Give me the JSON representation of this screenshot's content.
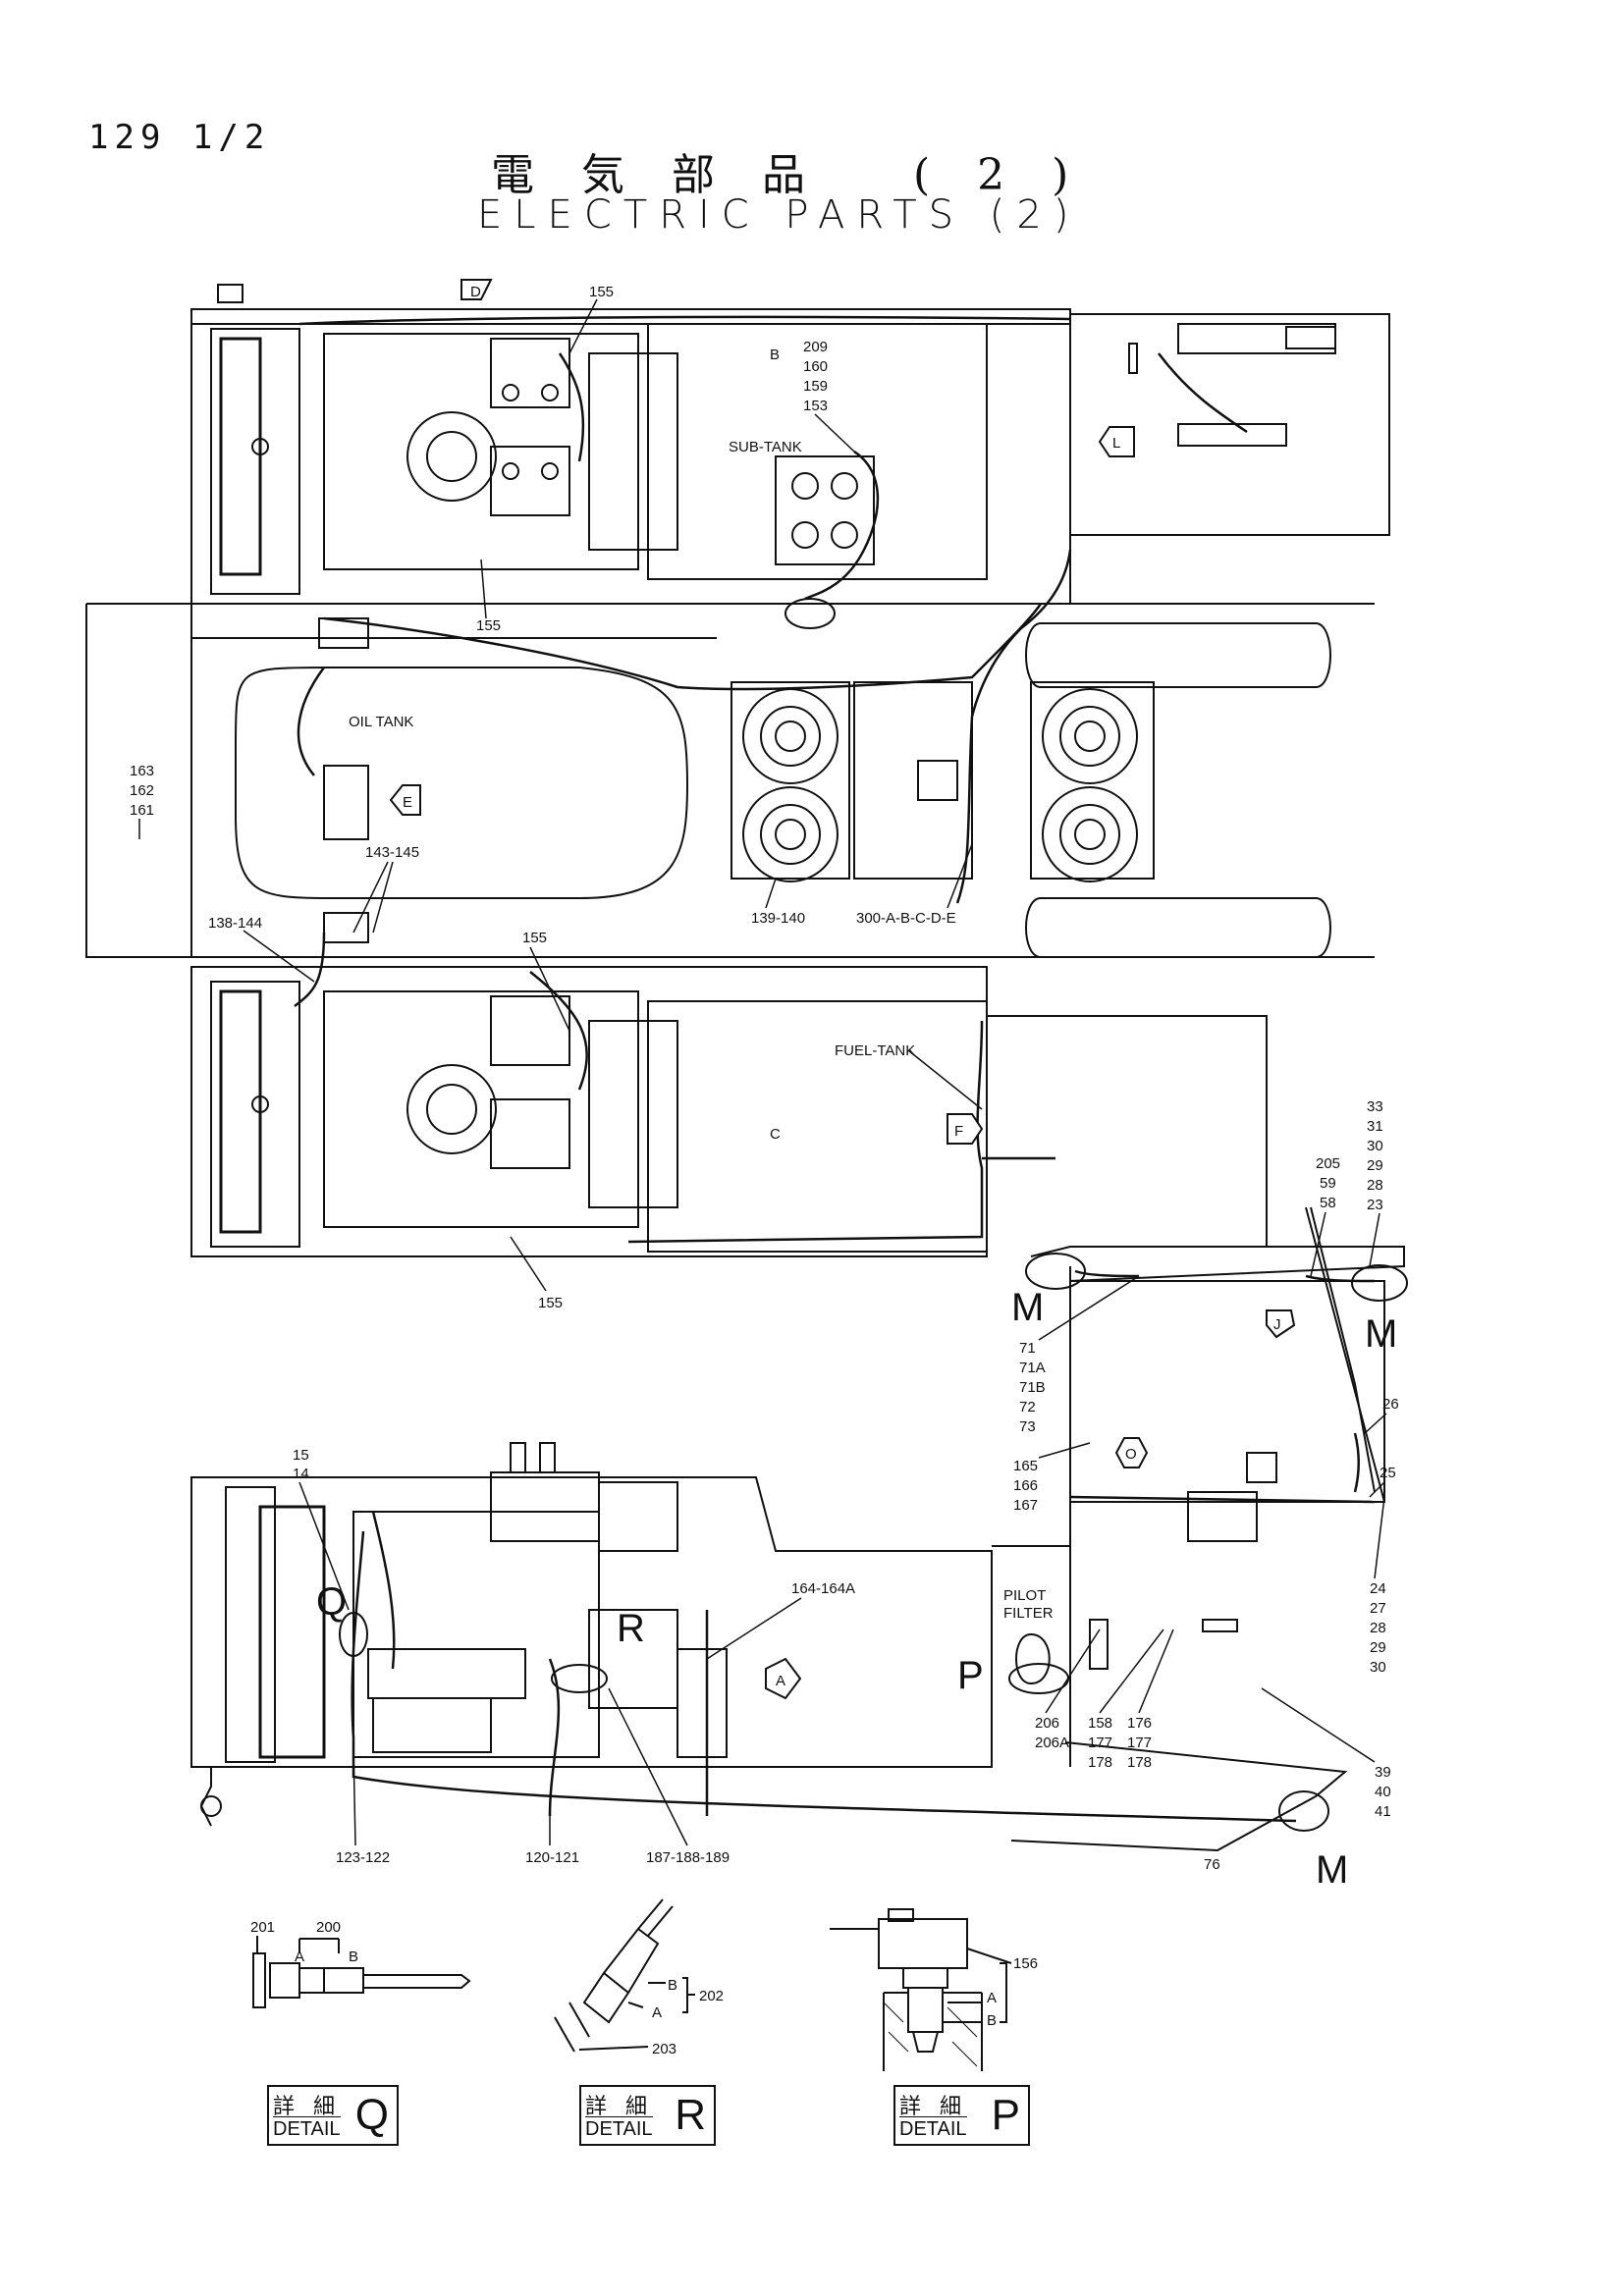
{
  "page_number": "129 1/2",
  "title_jp": "電気部品 (2)",
  "title_en": "ELECTRIC PARTS (2)",
  "view_markers": [
    "D",
    "B",
    "L",
    "E",
    "C",
    "F",
    "J",
    "O",
    "A",
    "M",
    "M",
    "M",
    "Q",
    "R",
    "P"
  ],
  "tank_labels": {
    "sub_tank": "SUB-TANK",
    "oil_tank": "OIL TANK",
    "fuel_tank": "FUEL-TANK",
    "pilot_filter_1": "PILOT",
    "pilot_filter_2": "FILTER"
  },
  "callouts": {
    "c155_top": "155",
    "c155_mid": "155",
    "c155_lower": "155",
    "c155_bottom": "155",
    "b_group": [
      "209",
      "160",
      "159",
      "153"
    ],
    "c163_group": [
      "163",
      "162",
      "161"
    ],
    "c143_145": "143-145",
    "c138_144": "138-144",
    "c139_140": "139-140",
    "c300": "300-A-B-C-D-E",
    "c_right_top": [
      "33",
      "31",
      "30",
      "29",
      "28",
      "23"
    ],
    "c205_group": [
      "205",
      "59",
      "58"
    ],
    "c71_group": [
      "71",
      "71A",
      "71B",
      "72",
      "73"
    ],
    "c165_group": [
      "165",
      "166",
      "167"
    ],
    "c26": "26",
    "c25": "25",
    "c24_group": [
      "24",
      "27",
      "28",
      "29",
      "30"
    ],
    "c15_14": [
      "15",
      "14"
    ],
    "c164": "164-164A",
    "c206": [
      "206",
      "206A"
    ],
    "c158": [
      "158",
      "177",
      "178"
    ],
    "c176": [
      "176",
      "177",
      "178"
    ],
    "c39": [
      "39",
      "40",
      "41"
    ],
    "c76": "76",
    "c123": "123-122",
    "c120": "120-121",
    "c187": "187-188-189",
    "d_201": "201",
    "d_200": "200",
    "d_A": "A",
    "d_B": "B",
    "d_202": "202",
    "d_203": "203",
    "d_156": "156"
  },
  "details": [
    {
      "jp": "詳 細",
      "en": "DETAIL",
      "letter": "Q"
    },
    {
      "jp": "詳 細",
      "en": "DETAIL",
      "letter": "R"
    },
    {
      "jp": "詳 細",
      "en": "DETAIL",
      "letter": "P"
    }
  ]
}
